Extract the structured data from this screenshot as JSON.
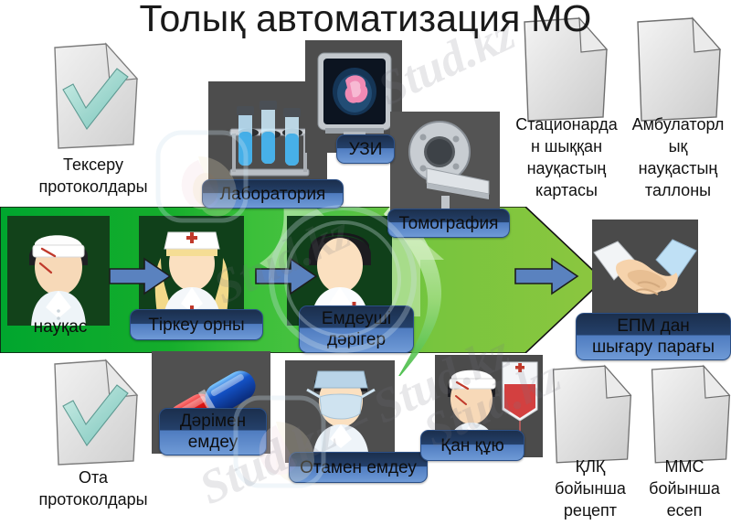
{
  "title": "Толық автоматизация МО",
  "watermark": {
    "text": "Stud.kz",
    "text2": "Stud.kz – Stud.kz"
  },
  "colors": {
    "green_dark": "#0a9a28",
    "green_mid": "#3fbf3f",
    "green_light": "#8cc63f",
    "blue_label_top": "#1b2f4d",
    "blue_label_bottom": "#6f9ad6",
    "arrow_blue": "#5a82bf",
    "doc_gray": "#d9d9d9",
    "check_teal": "#a9ded6",
    "tile_gray": "#4f4f4f"
  },
  "flow": {
    "steps": [
      {
        "id": "patient",
        "label": "науқас",
        "style": "plain"
      },
      {
        "id": "registry",
        "label": "Тіркеу орны",
        "style": "blue"
      },
      {
        "id": "doctor",
        "label": "Емдеуші дәрігер",
        "style": "blue",
        "line1": "Емдеуші",
        "line2": "дәрігер"
      },
      {
        "id": "discharge",
        "label": "ЕПМ дан шығару парағы",
        "style": "blue",
        "line1": "ЕПМ дан",
        "line2": "шығару парағы"
      }
    ],
    "arrows": [
      {
        "id": "arrow-patient-to-registry"
      },
      {
        "id": "arrow-registry-to-doctor"
      },
      {
        "id": "arrow-doctor-to-discharge"
      }
    ]
  },
  "diagnostics": [
    {
      "id": "laboratory",
      "label": "Лаборатория"
    },
    {
      "id": "ultrasound",
      "label": "УЗИ"
    },
    {
      "id": "tomography",
      "label": "Томография"
    }
  ],
  "treatments": [
    {
      "id": "medication",
      "label": "Дәрімен емдеу",
      "line1": "Дәрімен",
      "line2": "емдеу"
    },
    {
      "id": "surgery",
      "label": "Отамен емдеу"
    },
    {
      "id": "transfusion",
      "label": "Қан құю"
    }
  ],
  "documents": [
    {
      "id": "exam-protocols",
      "line1": "Тексеру",
      "line2": "протоколдары",
      "line3": "",
      "line4": "",
      "icon": "document-check-icon"
    },
    {
      "id": "surgery-protocols",
      "line1": "Ота",
      "line2": "протоколдары",
      "line3": "",
      "line4": "",
      "icon": "document-check-icon"
    },
    {
      "id": "inpatient-card",
      "line1": "Стационарда",
      "line2": "н шыққан",
      "line3": "науқастың",
      "line4": "картасы",
      "icon": "document-icon"
    },
    {
      "id": "outpatient-coupon",
      "line1": "Амбулаторл",
      "line2": "ық",
      "line3": "науқастың",
      "line4": "таллоны",
      "icon": "document-icon"
    },
    {
      "id": "prescription",
      "line1": "ҚЛҚ",
      "line2": "бойынша",
      "line3": "рецепт",
      "line4": "",
      "icon": "document-icon"
    },
    {
      "id": "mms-report",
      "line1": "ММС",
      "line2": "бойынша",
      "line3": "есеп",
      "line4": "",
      "icon": "document-icon"
    }
  ]
}
